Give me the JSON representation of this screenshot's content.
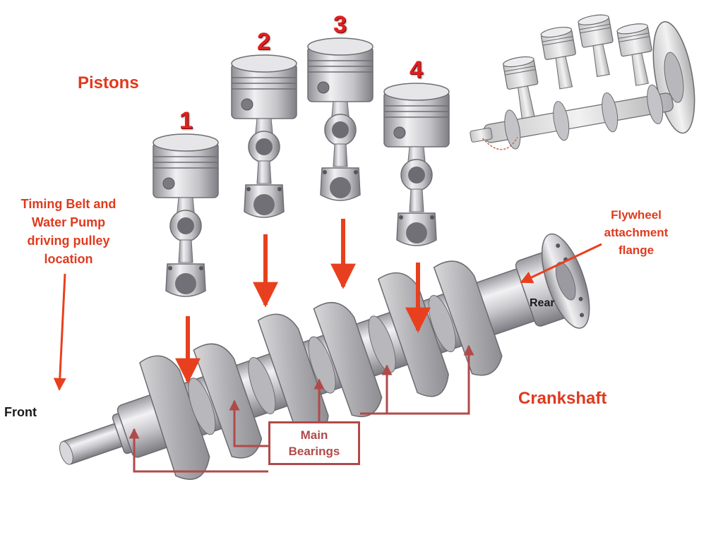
{
  "labels": {
    "pistons": "Pistons",
    "timing": [
      "Timing Belt and",
      "Water Pump",
      "driving pulley",
      "location"
    ],
    "flywheel": [
      "Flywheel",
      "attachment",
      "flange"
    ],
    "rear": "Rear",
    "front": "Front",
    "crankshaft": "Crankshaft",
    "main_bearings": [
      "Main",
      "Bearings"
    ]
  },
  "piston_numbers": [
    "1",
    "2",
    "3",
    "4"
  ],
  "colors": {
    "label_red": "#e03a1e",
    "number_red": "#e02020",
    "bearing_maroon": "#b04a4a",
    "metal_light": "#e4e4e6",
    "metal_dark": "#8a8a90"
  }
}
